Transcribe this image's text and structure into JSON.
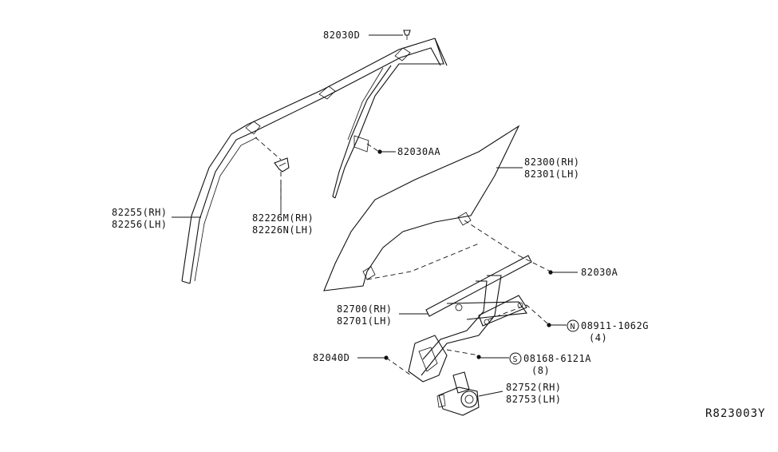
{
  "diagram_code": "R823003Y",
  "parts": {
    "p82030D": "82030D",
    "p82030AA": "82030AA",
    "p82030A": "82030A",
    "p82300_1": "82300(RH)",
    "p82300_2": "82301(LH)",
    "p82255_1": "82255(RH)",
    "p82255_2": "82256(LH)",
    "p82226_1": "82226M(RH)",
    "p82226_2": "82226N(LH)",
    "p82700_1": "82700(RH)",
    "p82700_2": "82701(LH)",
    "p08911_1": "08911-1062G",
    "p08911_2": "(4)",
    "p08911_prefix": "N",
    "p82040D": "82040D",
    "p08168_1": "08168-6121A",
    "p08168_2": "(8)",
    "p08168_prefix": "S",
    "p82752_1": "82752(RH)",
    "p82752_2": "82753(LH)"
  }
}
